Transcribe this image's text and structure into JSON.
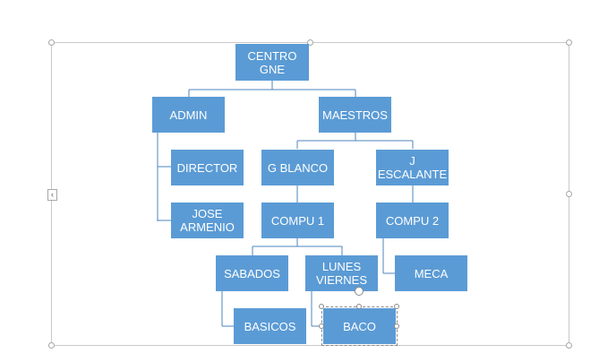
{
  "org_chart": {
    "root": "CENTRO\nGNE",
    "admin": "ADMIN",
    "maestros": "MAESTROS",
    "director": "DIRECTOR",
    "jose": "JOSE\nARMENIO",
    "g_blanco": "G BLANCO",
    "j_escalante": "J\nESCALANTE",
    "compu1": "COMPU 1",
    "compu2": "COMPU 2",
    "sabados": "SABADOS",
    "lunes": "LUNES\nVIERNES",
    "meca": "MECA",
    "basicos": "BASICOS",
    "baco": "BACO"
  },
  "colors": {
    "node_fill": "#5b9bd5",
    "connector": "#4e86bd",
    "node_text": "#ffffff"
  },
  "icons": {
    "collapse": "chevron-left-icon",
    "rotate": "rotate-handle-icon"
  },
  "collapse_glyph": "‹"
}
